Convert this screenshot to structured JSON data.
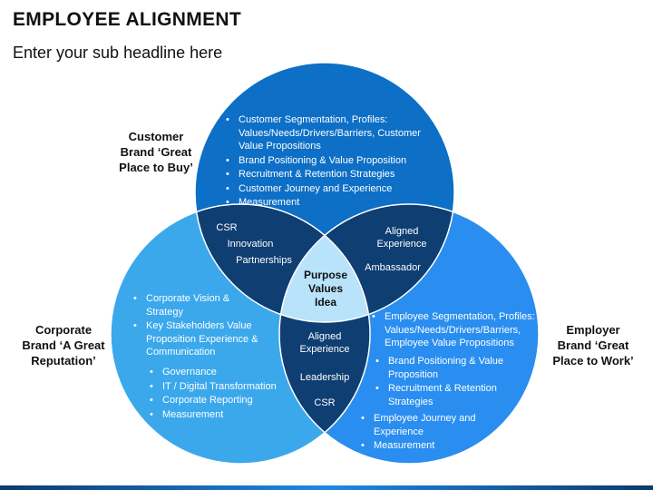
{
  "header": {
    "title": "EMPLOYEE ALIGNMENT",
    "subtitle": "Enter your sub headline here"
  },
  "labels": {
    "customer": [
      "Customer",
      "Brand ‘Great",
      "Place to Buy’"
    ],
    "corporate": [
      "Corporate",
      "Brand ‘A Great",
      "Reputation’"
    ],
    "employer": [
      "Employer",
      "Brand ‘Great",
      "Place to Work’"
    ]
  },
  "customer_circle": {
    "bullets": [
      "Customer Segmentation, Profiles: Values/Needs/Drivers/Barriers, Customer Value Propositions",
      "Brand Positioning & Value Proposition",
      "Recruitment & Retention Strategies",
      "Customer Journey and Experience",
      "Measurement"
    ]
  },
  "corporate_circle": {
    "bullets_top": [
      "Corporate Vision & Strategy",
      "Key Stakeholders Value Proposition Experience & Communication"
    ],
    "bullets_bottom": [
      "Governance",
      "IT / Digital Transformation",
      "Corporate Reporting",
      "Measurement"
    ]
  },
  "employer_circle": {
    "bullets_top": [
      "Employee Segmentation, Profiles: Values/Needs/Drivers/Barriers, Employee Value Propositions"
    ],
    "bullets_mid": [
      "Brand Positioning & Value Proposition",
      "Recruitment & Retention Strategies"
    ],
    "bullets_bottom": [
      "Employee Journey and Experience",
      "Measurement"
    ]
  },
  "overlaps": {
    "customer_corporate": {
      "l1": "CSR",
      "l2": "Innovation",
      "l3": "Partnerships"
    },
    "customer_employer": {
      "l1": "Aligned",
      "l2": "Experience",
      "l3": "Ambassador"
    },
    "corporate_employer": {
      "l1": "Aligned",
      "l2": "Experience",
      "l3": "Leadership",
      "l4": "CSR"
    },
    "center": {
      "l1": "Purpose",
      "l2": "Values",
      "l3": "Idea"
    }
  },
  "colors": {
    "customer": "#0d6fc6",
    "corporate": "#3ba8ec",
    "employer": "#2a8ef0",
    "overlap": "#0f3e72",
    "center": "#b9e2fb"
  }
}
